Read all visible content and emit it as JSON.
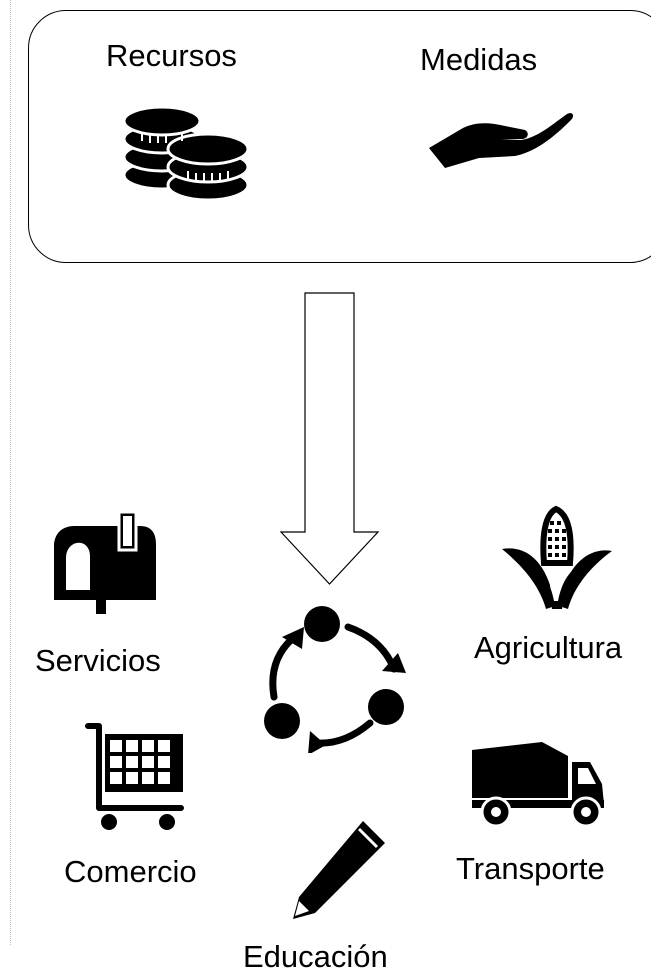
{
  "top_box": {
    "resources_label": "Recursos",
    "measures_label": "Medidas"
  },
  "sectors": {
    "services": "Servicios",
    "agriculture": "Agricultura",
    "commerce": "Comercio",
    "transport": "Transporte",
    "education": "Educación"
  },
  "icons": {
    "resources": "coins-icon",
    "measures": "open-hand-icon",
    "flow": "down-arrow-icon",
    "cycle": "cycle-icon",
    "services": "mailbox-icon",
    "agriculture": "corn-icon",
    "commerce": "shopping-cart-icon",
    "transport": "truck-icon",
    "education": "pencil-icon"
  },
  "colors": {
    "ink": "#000000",
    "background": "#ffffff"
  }
}
